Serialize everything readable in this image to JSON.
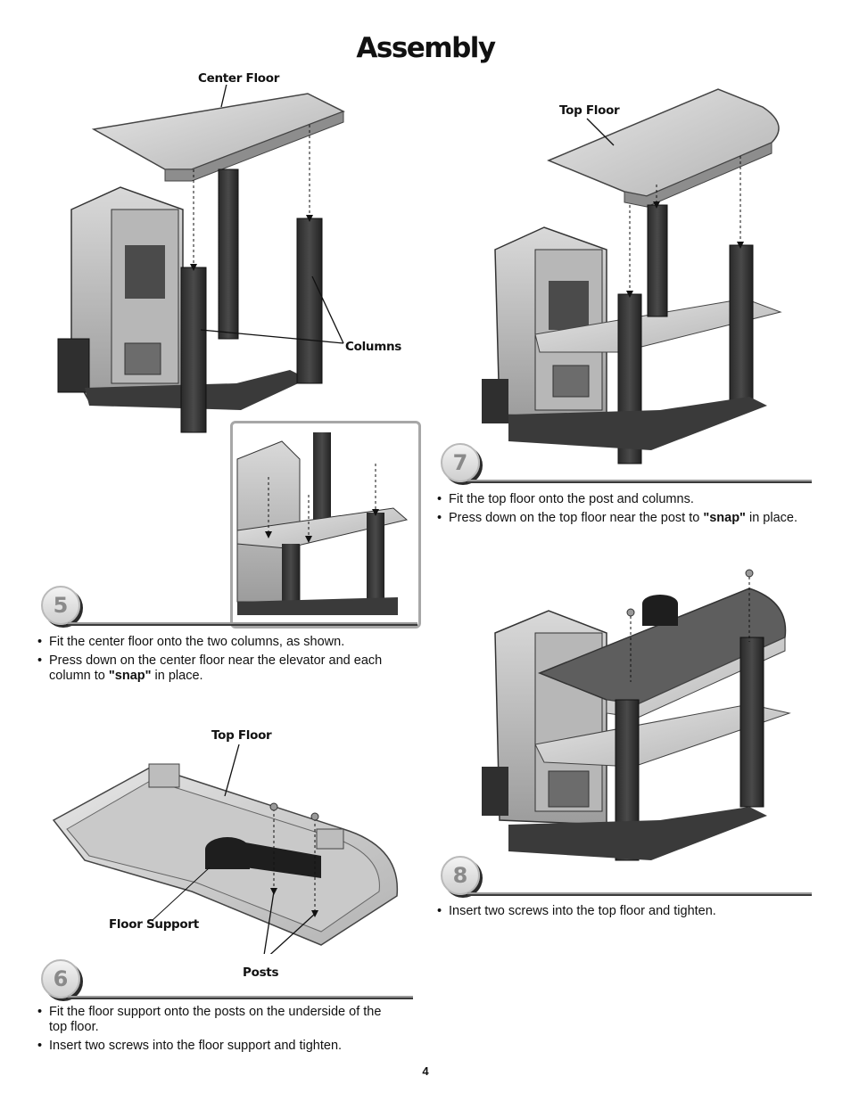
{
  "page": {
    "title": "Assembly",
    "page_number": "4"
  },
  "step5": {
    "number": "5",
    "labels": {
      "center_floor": "Center Floor",
      "columns": "Columns"
    },
    "bullets": [
      {
        "parts": [
          {
            "text": "Fit the center floor onto the two columns, as shown."
          }
        ]
      },
      {
        "parts": [
          {
            "text": "Press down on the center floor near the elevator and each column to "
          },
          {
            "text": "\"snap\"",
            "bold": true
          },
          {
            "text": "  in place."
          }
        ]
      }
    ]
  },
  "step6": {
    "number": "6",
    "labels": {
      "top_floor": "Top Floor",
      "floor_support": "Floor Support",
      "posts": "Posts"
    },
    "bullets": [
      {
        "parts": [
          {
            "text": "Fit the floor support onto the posts on the underside of the top floor."
          }
        ]
      },
      {
        "parts": [
          {
            "text": "Insert two screws into the floor support and tighten."
          }
        ]
      }
    ]
  },
  "step7": {
    "number": "7",
    "labels": {
      "top_floor": "Top Floor"
    },
    "bullets": [
      {
        "parts": [
          {
            "text": "Fit the top floor onto the post and columns."
          }
        ]
      },
      {
        "parts": [
          {
            "text": "Press down on the top floor near the post to "
          },
          {
            "text": "\"snap\"",
            "bold": true
          },
          {
            "text": " in place."
          }
        ]
      }
    ]
  },
  "step8": {
    "number": "8",
    "bullets": [
      {
        "parts": [
          {
            "text": "Insert two screws into the top floor and tighten."
          }
        ]
      }
    ]
  }
}
